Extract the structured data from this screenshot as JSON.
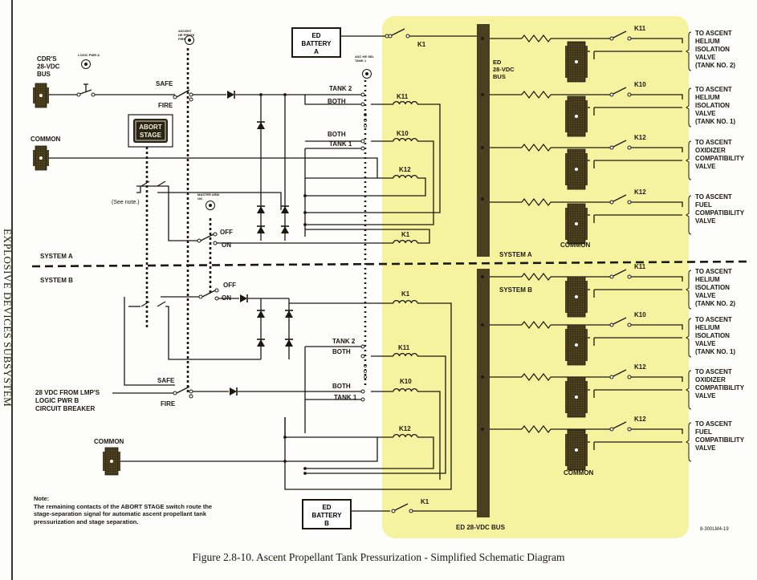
{
  "figure": {
    "side_title": "EXPLOSIVE DEVICES SUBSYSTEM",
    "caption": "Figure 2.8-10.  Ascent Propellant Tank Pressurization - Simplified Schematic Diagram",
    "ref_code": "8-300LM4-19"
  },
  "colors": {
    "highlight": "#f6f3a0",
    "bus": "#4a3f20",
    "ink": "#1c1810"
  },
  "labels": {
    "cdr_bus": [
      "CDR'S",
      "28-VDC",
      "BUS"
    ],
    "common": "COMMON",
    "lmp_source": [
      "28 VDC FROM LMP'S",
      "LOGIC PWR B",
      "CIRCUIT BREAKER"
    ],
    "ed_battery_a": [
      "ED",
      "BATTERY",
      "A"
    ],
    "ed_battery_b": [
      "ED",
      "BATTERY",
      "B"
    ],
    "bus_top": [
      "ED",
      "28-VDC",
      "BUS"
    ],
    "bus_bottom": "ED 28-VDC BUS",
    "system_a": "SYSTEM A",
    "system_b": "SYSTEM B",
    "abort_stage": [
      "ABORT",
      "STAGE"
    ],
    "see_note": "(See note.)",
    "safe": "SAFE",
    "fire": "FIRE",
    "off": "OFF",
    "on": "ON",
    "tank2": "TANK 2",
    "both": "BOTH",
    "tank1": "TANK 1",
    "switch_tiny_1": "LOGIC PWR A",
    "switch_tiny_2": [
      "ASCENT",
      "HE PRESS",
      "FIRE"
    ],
    "switch_tiny_3": [
      "ASC HE SEL",
      "TANK 1"
    ],
    "switch_tiny_4": [
      "MASTER ARM",
      "ON"
    ]
  },
  "relays": {
    "k1": "K1",
    "k10": "K10",
    "k11": "K11",
    "k12": "K12"
  },
  "outputs": [
    [
      "TO ASCENT",
      "HELIUM",
      "ISOLATION",
      "VALVE",
      "(TANK NO. 2)"
    ],
    [
      "TO ASCENT",
      "HELIUM",
      "ISOLATION",
      "VALVE",
      "(TANK NO. 1)"
    ],
    [
      "TO ASCENT",
      "OXIDIZER",
      "COMPATIBILITY",
      "VALVE"
    ],
    [
      "TO ASCENT",
      "FUEL",
      "COMPATIBILITY",
      "VALVE"
    ]
  ],
  "note": {
    "title": "Note:",
    "body": "The remaining contacts of the ABORT STAGE switch route the stage-separation signal for automatic ascent propellant tank pressurization and stage separation."
  }
}
